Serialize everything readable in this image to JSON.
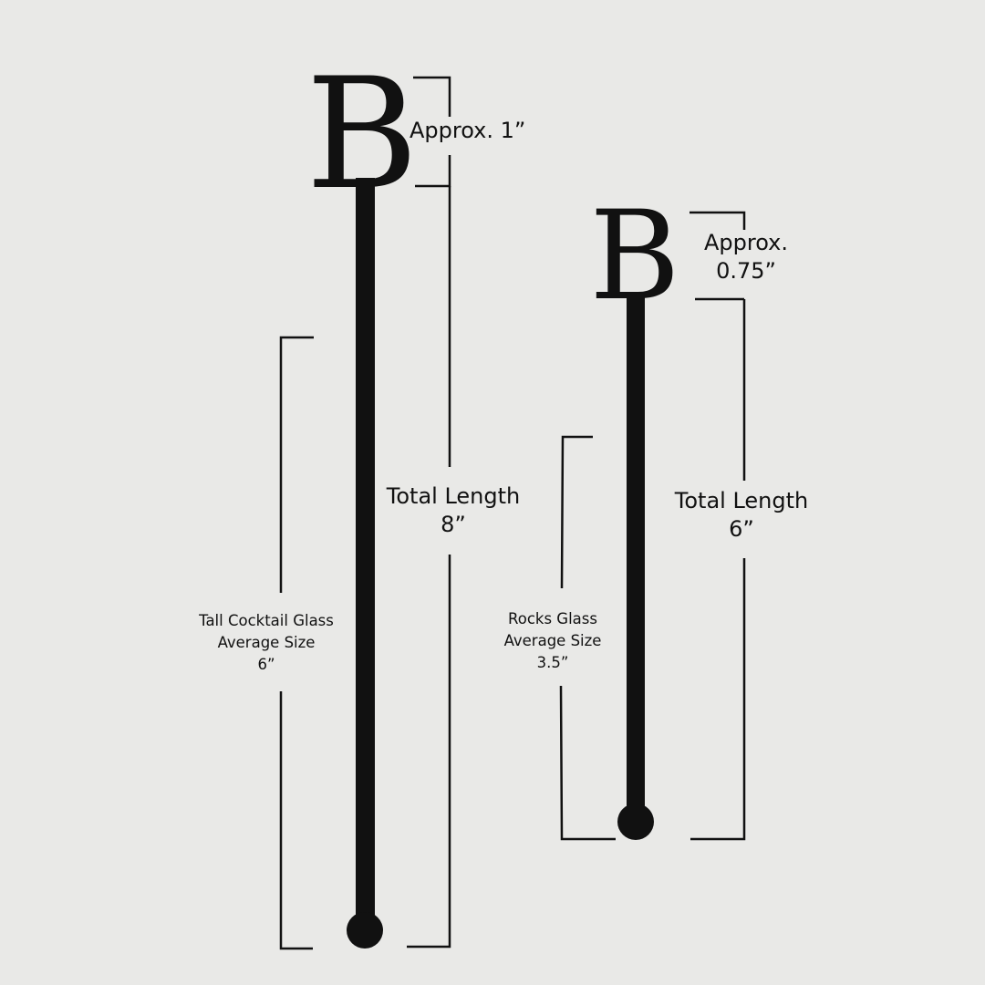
{
  "large_stirrer": {
    "monogram_letter": "B",
    "letter_size_label": "Approx. 1”",
    "total_length": {
      "line1": "Total Length",
      "line2": "8”"
    },
    "glass": {
      "line1": "Tall Cocktail Glass",
      "line2": "Average Size",
      "line3": "6”"
    }
  },
  "small_stirrer": {
    "monogram_letter": "B",
    "letter_size_label": {
      "line1": "Approx.",
      "line2": "0.75”"
    },
    "total_length": {
      "line1": "Total Length",
      "line2": "6”"
    },
    "glass": {
      "line1": "Rocks Glass",
      "line2": "Average Size",
      "line3": "3.5”"
    }
  },
  "colors": {
    "background": "#e9e9e7",
    "ink": "#111111"
  }
}
